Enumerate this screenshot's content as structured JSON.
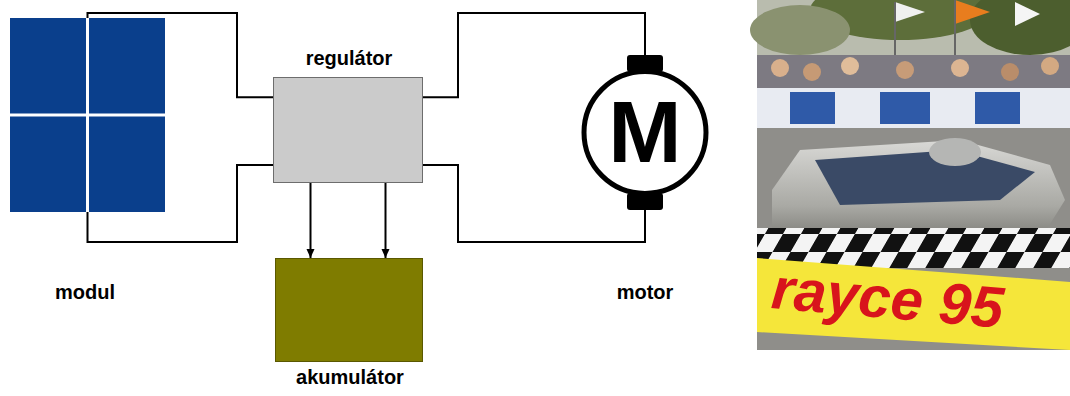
{
  "diagram": {
    "nodes": [
      {
        "text": [
          "modul"
        ]
      },
      {
        "text": [
          "regulátor"
        ]
      },
      {
        "text": [
          "M",
          "motor"
        ]
      },
      {
        "text": [
          "akumulátor"
        ]
      }
    ],
    "edges": [
      {
        "from": 0,
        "to": 1,
        "arrow": "none"
      },
      {
        "from": 0,
        "to": 1,
        "arrow": "none"
      },
      {
        "from": 1,
        "to": 2,
        "arrow": "none"
      },
      {
        "from": 1,
        "to": 2,
        "arrow": "none"
      },
      {
        "from": 1,
        "to": 3,
        "arrow": "to"
      },
      {
        "from": 1,
        "to": 3,
        "arrow": "to"
      }
    ],
    "labels": [
      "rayce 95"
    ]
  }
}
